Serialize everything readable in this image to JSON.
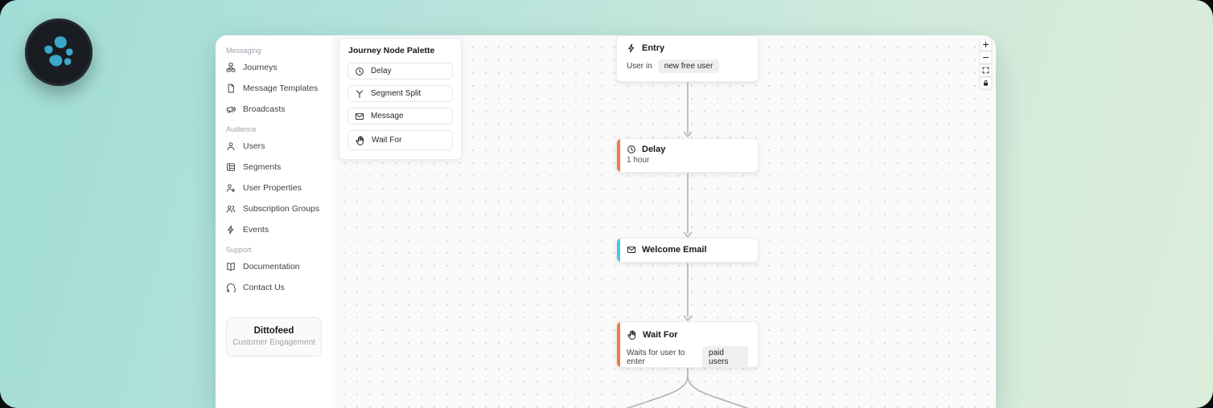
{
  "brand": {
    "title": "Dittofeed",
    "subtitle": "Customer Engagement"
  },
  "sidebar": {
    "sections": [
      {
        "label": "Messaging",
        "items": [
          {
            "icon": "journeys-icon",
            "label": "Journeys"
          },
          {
            "icon": "message-templates-icon",
            "label": "Message Templates"
          },
          {
            "icon": "broadcasts-icon",
            "label": "Broadcasts"
          }
        ]
      },
      {
        "label": "Audience",
        "items": [
          {
            "icon": "users-icon",
            "label": "Users"
          },
          {
            "icon": "segments-icon",
            "label": "Segments"
          },
          {
            "icon": "user-properties-icon",
            "label": "User Properties"
          },
          {
            "icon": "subscription-groups-icon",
            "label": "Subscription Groups"
          },
          {
            "icon": "events-icon",
            "label": "Events"
          }
        ]
      },
      {
        "label": "Support",
        "items": [
          {
            "icon": "documentation-icon",
            "label": "Documentation"
          },
          {
            "icon": "contact-icon",
            "label": "Contact Us"
          }
        ]
      }
    ]
  },
  "palette": {
    "title": "Journey Node Palette",
    "items": [
      {
        "icon": "clock-icon",
        "label": "Delay"
      },
      {
        "icon": "split-icon",
        "label": "Segment Split"
      },
      {
        "icon": "mail-icon",
        "label": "Message"
      },
      {
        "icon": "hand-icon",
        "label": "Wait For"
      }
    ]
  },
  "nodes": {
    "entry": {
      "title": "Entry",
      "body_prefix": "User in",
      "tag": "new free user"
    },
    "delay": {
      "title": "Delay",
      "body": "1 hour"
    },
    "welcome": {
      "title": "Welcome Email"
    },
    "wait_for": {
      "title": "Wait For",
      "body_prefix": "Waits for user to enter",
      "tag": "paid users"
    }
  },
  "colors": {
    "accent_orange": "#ED7D3B",
    "accent_cyan": "#4EC3E8",
    "edge_gray": "#B1B1B7",
    "tag_bg": "#EFEFF1",
    "logo_bg": "#191C21",
    "logo_blob": "#3BA7C9",
    "canvas_dot": "#D9D9DF"
  }
}
